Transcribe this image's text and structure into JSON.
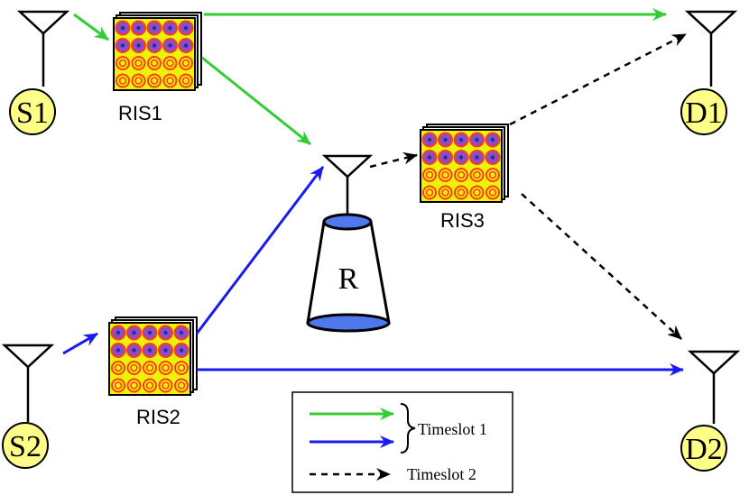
{
  "nodes": {
    "s1": "S1",
    "s2": "S2",
    "d1": "D1",
    "d2": "D2",
    "relay": "R"
  },
  "ris": {
    "ris1": "RIS1",
    "ris2": "RIS2",
    "ris3": "RIS3"
  },
  "legend": {
    "timeslot1": "Timeslot 1",
    "timeslot2": "Timeslot 2"
  },
  "colors": {
    "green": "#33cc33",
    "blue": "#1a1aee",
    "black": "#000000",
    "node_fill": "#ffff88",
    "ris_fill": "#eef20a",
    "relay_fill": "#4f78ef"
  }
}
